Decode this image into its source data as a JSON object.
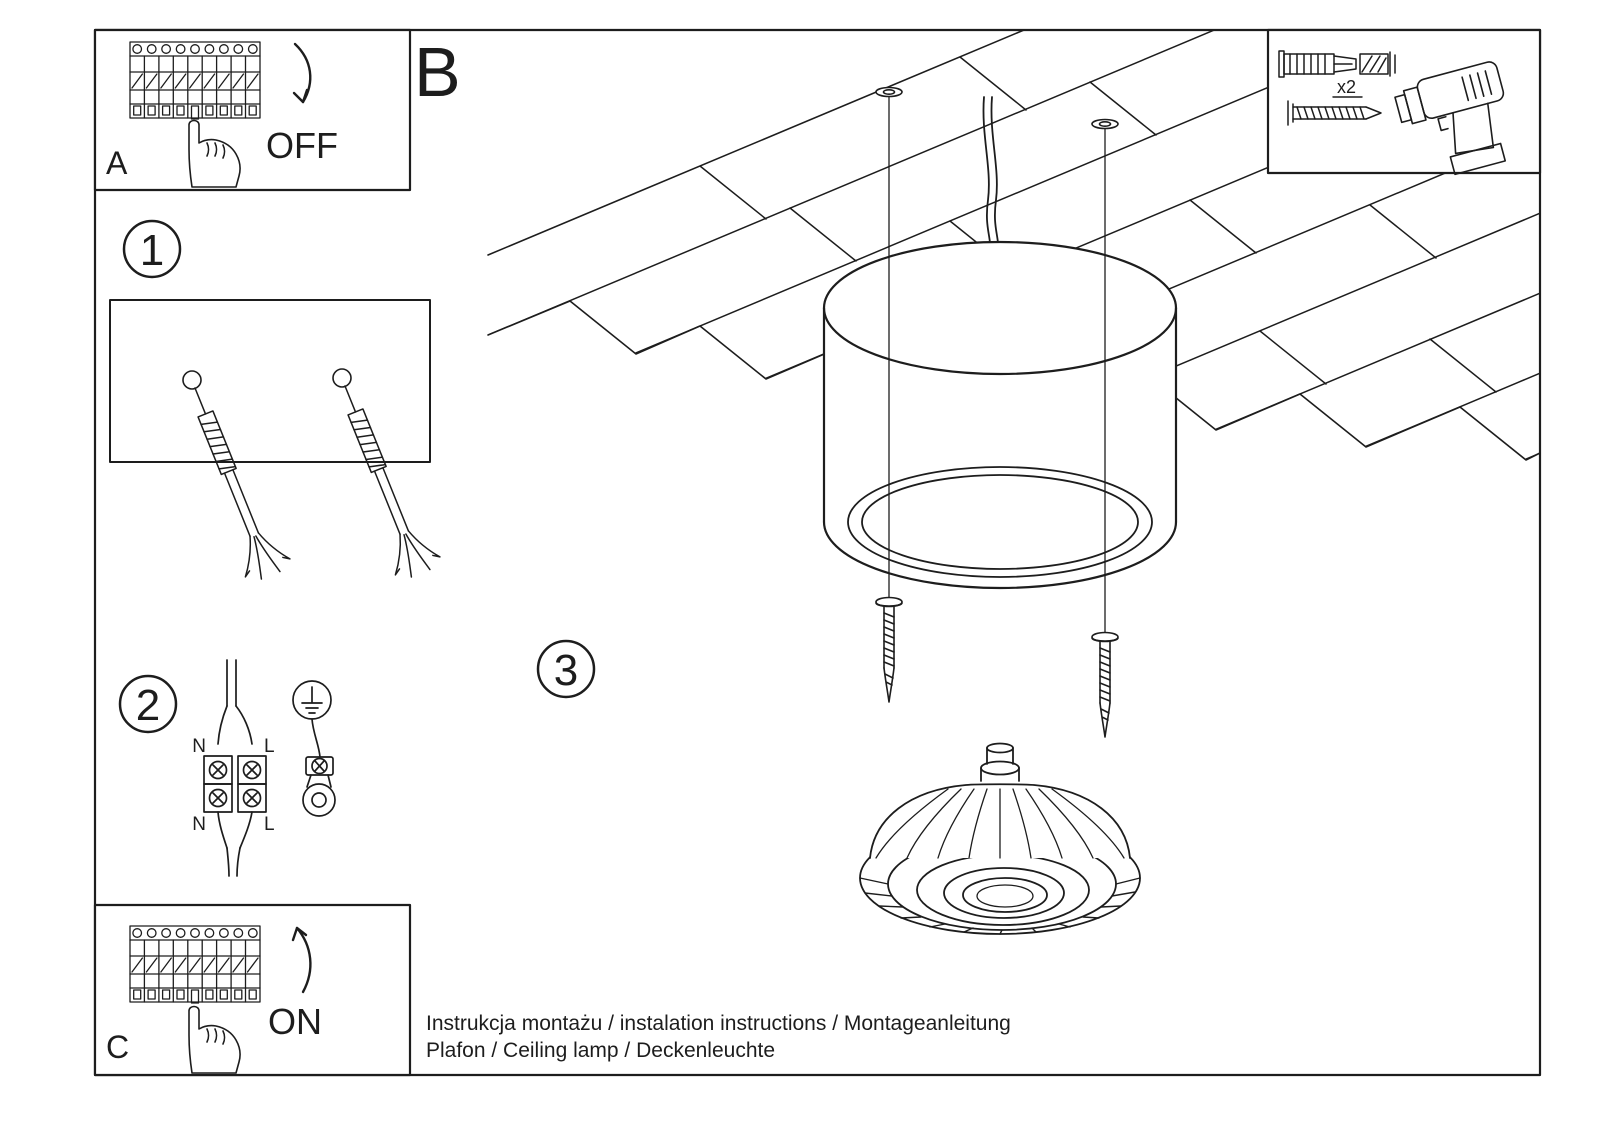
{
  "colors": {
    "ink": "#1d1d1d",
    "paper": "#ffffff"
  },
  "steps": {
    "a": {
      "letter": "A",
      "action": "OFF"
    },
    "b": {
      "letter": "B"
    },
    "c": {
      "letter": "C",
      "action": "ON"
    },
    "n1": "1",
    "n2": "2",
    "n3": "3"
  },
  "wiring": {
    "n_top": "N",
    "l_top": "L",
    "n_bottom": "N",
    "l_bottom": "L"
  },
  "tools": {
    "quantity": "x2"
  },
  "footer": {
    "line1": "Instrukcja montażu / instalation instructions / Montageanleitung",
    "line2": "Plafon / Ceiling lamp / Deckenleuchte"
  }
}
